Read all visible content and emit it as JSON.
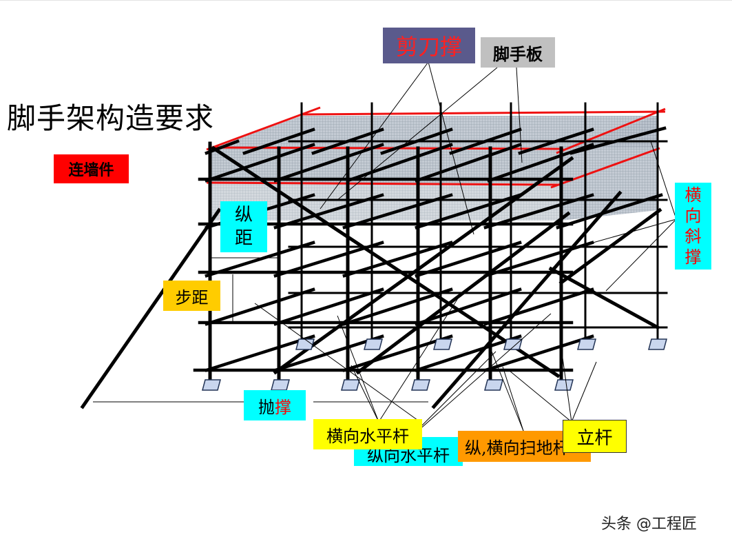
{
  "title": "脚手架构造要求",
  "labels": {
    "jiandaocheng": "剪刀撑",
    "jiaoshouban": "脚手板",
    "lianqiangjian": "连墙件",
    "zongju_1": "纵",
    "zongju_2": "距",
    "buju": "步距",
    "hengxiang_xiecheng": [
      "横",
      "向",
      "斜",
      "撑"
    ],
    "paocheng_1": "抛",
    "paocheng_2": "撑",
    "hengxiang_shuipinggan": "横向水平杆",
    "zongxiang_shuipinggan": "纵向水平杆",
    "saodigan": "纵,横向扫地杆",
    "ligan": "立杆"
  },
  "watermark": "头条 @工程匠",
  "colors": {
    "red_label": "#ff0000",
    "cyan_label": "#00ffff",
    "yellow_label": "#ffff00",
    "orange_label": "#ff9900",
    "slate_label": "#5a5a8c",
    "gray_label": "#c0c0c0",
    "gold_label": "#ffcc00",
    "pole": "#000000",
    "net": "#8c9aa8",
    "base_plate": "#c9d6ee"
  }
}
